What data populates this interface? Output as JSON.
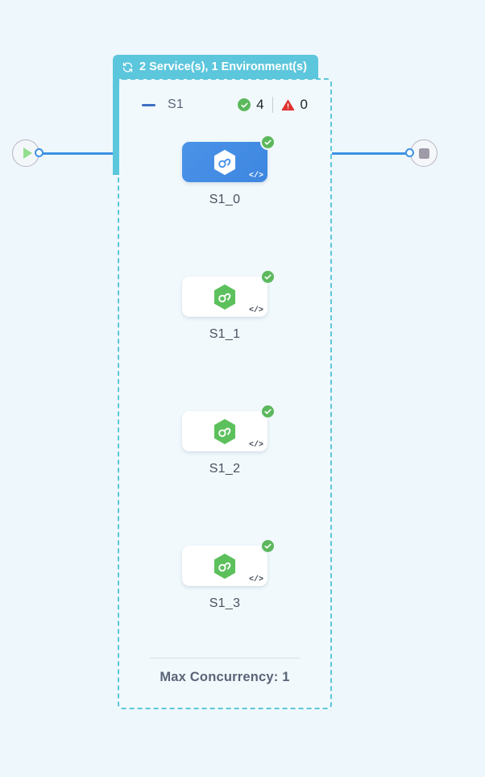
{
  "canvas": {
    "background_color": "#eef7fb"
  },
  "group": {
    "header": {
      "icon": "cycle-refresh-icon",
      "label": "2 Service(s), 1 Environment(s)",
      "background_color": "#5cc6dc",
      "text_color": "#ffffff"
    },
    "border_color": "#5cc6dc",
    "collapse_toggle_icon": "minus-icon",
    "name": "S1",
    "counters": {
      "success_icon": "check-circle-icon",
      "success_count": "4",
      "warning_icon": "warning-triangle-icon",
      "warning_count": "0",
      "success_color": "#5cb85c",
      "warning_color": "#e03131"
    },
    "footer_label": "Max Concurrency: 1"
  },
  "terminals": {
    "start": {
      "icon": "play-icon",
      "handle_icon": "connection-handle"
    },
    "end": {
      "icon": "stop-icon",
      "handle_icon": "connection-handle"
    },
    "edge_color": "#3d92e3"
  },
  "nodes": [
    {
      "label": "S1_0",
      "selected": true,
      "logo_icon": "hexagon-infinity-logo",
      "status_icon": "check-circle-icon",
      "code_icon": "code-brackets-icon",
      "code_glyph": "</>",
      "accent_color": "#4b93e8"
    },
    {
      "label": "S1_1",
      "selected": false,
      "logo_icon": "hexagon-infinity-logo",
      "status_icon": "check-circle-icon",
      "code_icon": "code-brackets-icon",
      "code_glyph": "</>",
      "accent_color": "#5cc15c"
    },
    {
      "label": "S1_2",
      "selected": false,
      "logo_icon": "hexagon-infinity-logo",
      "status_icon": "check-circle-icon",
      "code_icon": "code-brackets-icon",
      "code_glyph": "</>",
      "accent_color": "#5cc15c"
    },
    {
      "label": "S1_3",
      "selected": false,
      "logo_icon": "hexagon-infinity-logo",
      "status_icon": "check-circle-icon",
      "code_icon": "code-brackets-icon",
      "code_glyph": "</>",
      "accent_color": "#5cc15c"
    }
  ]
}
